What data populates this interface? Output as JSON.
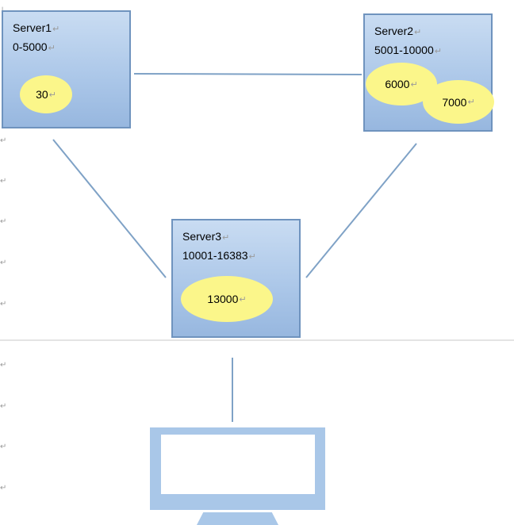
{
  "return_mark": "↵",
  "servers": [
    {
      "name": "Server1",
      "range": "0-5000",
      "slots": [
        "30"
      ]
    },
    {
      "name": "Server2",
      "range": "5001-10000",
      "slots": [
        "6000",
        "7000"
      ]
    },
    {
      "name": "Server3",
      "range": "10001-16383",
      "slots": [
        "13000"
      ]
    }
  ],
  "client": {
    "icon": "monitor-icon"
  },
  "colors": {
    "server_border": "#6f93be",
    "slot_fill": "#fbf68a",
    "line": "#7fa2c6"
  }
}
